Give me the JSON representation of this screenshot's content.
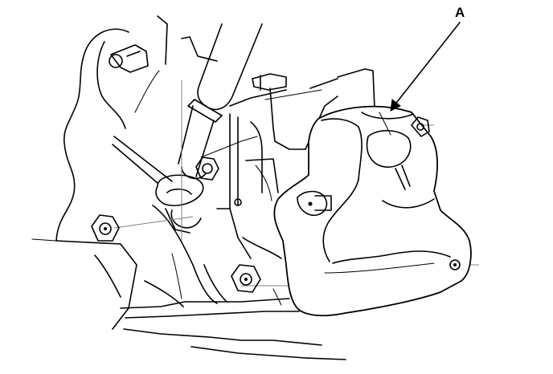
{
  "diagram": {
    "callouts": [
      {
        "id": "A",
        "label": "A",
        "target": "cover"
      }
    ]
  },
  "colors": {
    "line": "#000000",
    "background": "#ffffff",
    "hidden_line": "#808080"
  }
}
